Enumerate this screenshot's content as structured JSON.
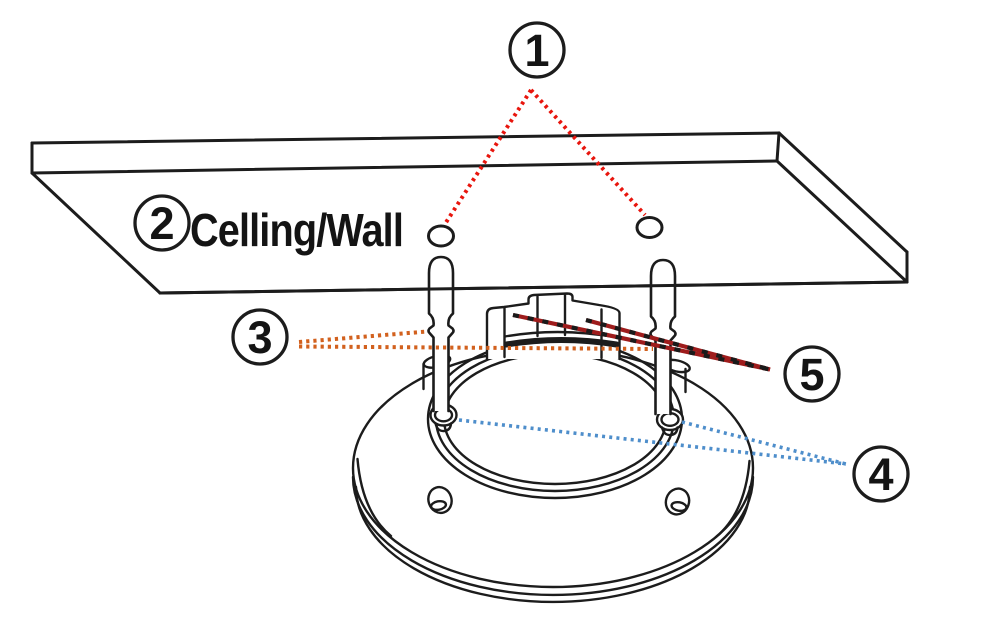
{
  "callouts": [
    {
      "number": "1"
    },
    {
      "number": "2",
      "label": "Celling/Wall"
    },
    {
      "number": "3"
    },
    {
      "number": "4"
    },
    {
      "number": "5"
    }
  ],
  "colors": {
    "background": "#ffffff",
    "outline": "#1c1c1c",
    "callout_fill": "#ffffff",
    "callout_number_text": "#141414",
    "panel_label_text": "#141414",
    "leader_1_red": "#e8150d",
    "leader_3_orange": "#d2611e",
    "leader_4_blue": "#4e8ecb",
    "leader_5_dark_red": "#9e1c1c",
    "leader_5_dash_overlay": "#1a1a1a"
  }
}
